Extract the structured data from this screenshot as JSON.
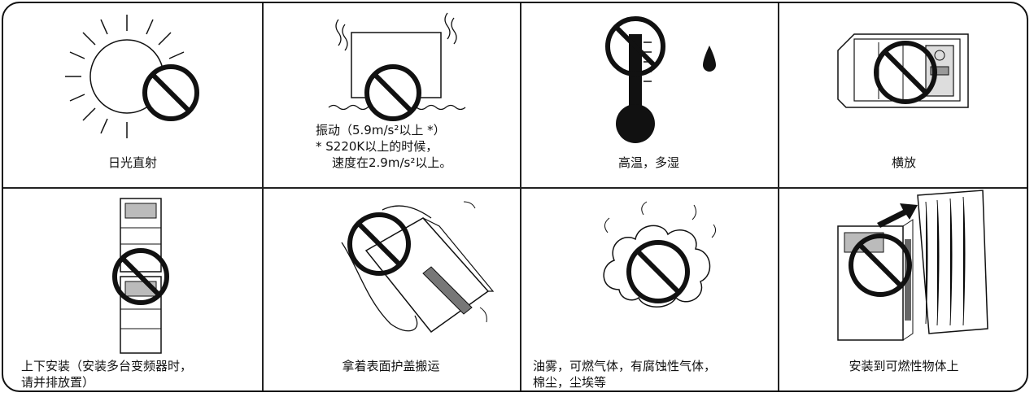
{
  "cells": {
    "sunlight": {
      "caption": "日光直射"
    },
    "vibration": {
      "line1": "振动（5.9m/s²以上 *）",
      "line2": "* S220K以上的时候，",
      "line3": "速度在2.9m/s²以上。"
    },
    "heat": {
      "caption": "高温，多湿"
    },
    "horizontal": {
      "caption": "横放"
    },
    "stacked": {
      "line1": "上下安装（安装多台变频器时，",
      "line2": "请并排放置）"
    },
    "carry": {
      "caption": "拿着表面护盖搬运"
    },
    "oilmist": {
      "line1": "油雾，可燃气体，有腐蚀性气体，",
      "line2": "棉尘，尘埃等"
    },
    "flammable": {
      "caption": "安装到可燃性物体上"
    }
  },
  "icons": [
    "prohibited-icon",
    "sun-icon",
    "vibration-icon",
    "thermometer-icon",
    "water-drop-icon",
    "inverter-icon",
    "cloud-icon",
    "hands-icon",
    "arrow-up-icon"
  ]
}
